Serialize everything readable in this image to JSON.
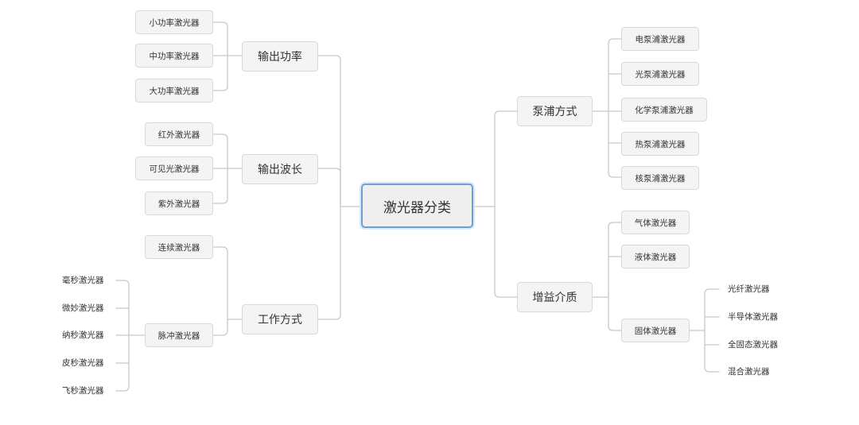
{
  "root": {
    "label": "激光器分类"
  },
  "left": {
    "output_power": {
      "label": "输出功率",
      "items": [
        "小功率激光器",
        "中功率激光器",
        "大功率激光器"
      ]
    },
    "output_wavelength": {
      "label": "输出波长",
      "items": [
        "红外激光器",
        "可见光激光器",
        "紫外激光器"
      ]
    },
    "work_mode": {
      "label": "工作方式",
      "items": [
        "连续激光器",
        "脉冲激光器"
      ],
      "pulse_types": [
        "毫秒激光器",
        "微妙激光器",
        "纳秒激光器",
        "皮秒激光器",
        "飞秒激光器"
      ]
    }
  },
  "right": {
    "pump_method": {
      "label": "泵浦方式",
      "items": [
        "电泵浦激光器",
        "光泵浦激光器",
        "化学泵浦激光器",
        "热泵浦激光器",
        "核泵浦激光器"
      ]
    },
    "gain_medium": {
      "label": "增益介质",
      "items": [
        "气体激光器",
        "液体激光器",
        "固体激光器"
      ],
      "solid_types": [
        "光纤激光器",
        "半导体激光器",
        "全固态激光器",
        "混合激光器"
      ]
    }
  }
}
